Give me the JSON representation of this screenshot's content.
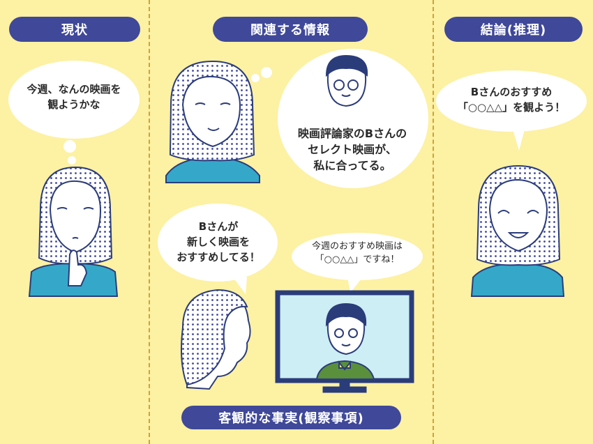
{
  "headers": {
    "current": "現状",
    "related": "関連する情報",
    "conclusion": "結論(推理)",
    "facts": "客観的な事実(観察事項)"
  },
  "bubbles": {
    "thought_current": [
      "今週、なんの映画を",
      "観ようかな"
    ],
    "thought_critic": [
      "映画評論家のBさんの",
      "セレクト映画が、",
      "私に合ってる。"
    ],
    "speech_recommend": [
      "Bさんが",
      "新しく映画を",
      "おすすめしてる！"
    ],
    "speech_tv": [
      "今週のおすすめ映画は",
      "「○○△△」ですね！"
    ],
    "speech_conclusion": [
      "Bさんのおすすめ",
      "「○○△△」を観よう！"
    ]
  },
  "colors": {
    "background": "#fdf1a3",
    "pill": "#3f4899",
    "shirt": "#35a8c9",
    "tv_screen": "#cdeef4",
    "tv_frame": "#2b3c7a",
    "suit": "#5a8f3c"
  }
}
